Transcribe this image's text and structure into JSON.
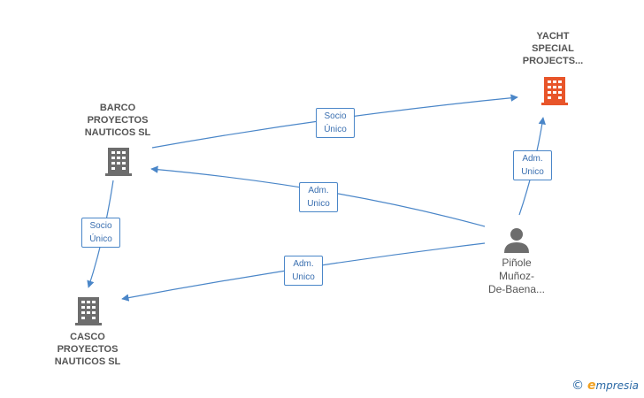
{
  "nodes": {
    "yacht": {
      "label_lines": [
        "YACHT",
        "SPECIAL",
        "PROJECTS..."
      ],
      "color": "#e8552a"
    },
    "barco": {
      "label_lines": [
        "BARCO",
        "PROYECTOS",
        "NAUTICOS  SL"
      ],
      "color": "#6d6d6d"
    },
    "casco": {
      "label_lines": [
        "CASCO",
        "PROYECTOS",
        "NAUTICOS  SL"
      ],
      "color": "#6d6d6d"
    },
    "person": {
      "label_lines": [
        "Piñole",
        "Muñoz-",
        "De-Baena..."
      ],
      "color": "#6d6d6d"
    }
  },
  "edges": {
    "barco_yacht": {
      "line1": "Socio",
      "line2": "Único"
    },
    "person_yacht": {
      "line1": "Adm.",
      "line2": "Unico"
    },
    "person_barco": {
      "line1": "Adm.",
      "line2": "Unico"
    },
    "barco_casco": {
      "line1": "Socio",
      "line2": "Único"
    },
    "person_casco": {
      "line1": "Adm.",
      "line2": "Unico"
    }
  },
  "colors": {
    "edge": "#4a86c8"
  },
  "brand": {
    "copyright": "©",
    "e": "e",
    "rest": "mpresia"
  }
}
